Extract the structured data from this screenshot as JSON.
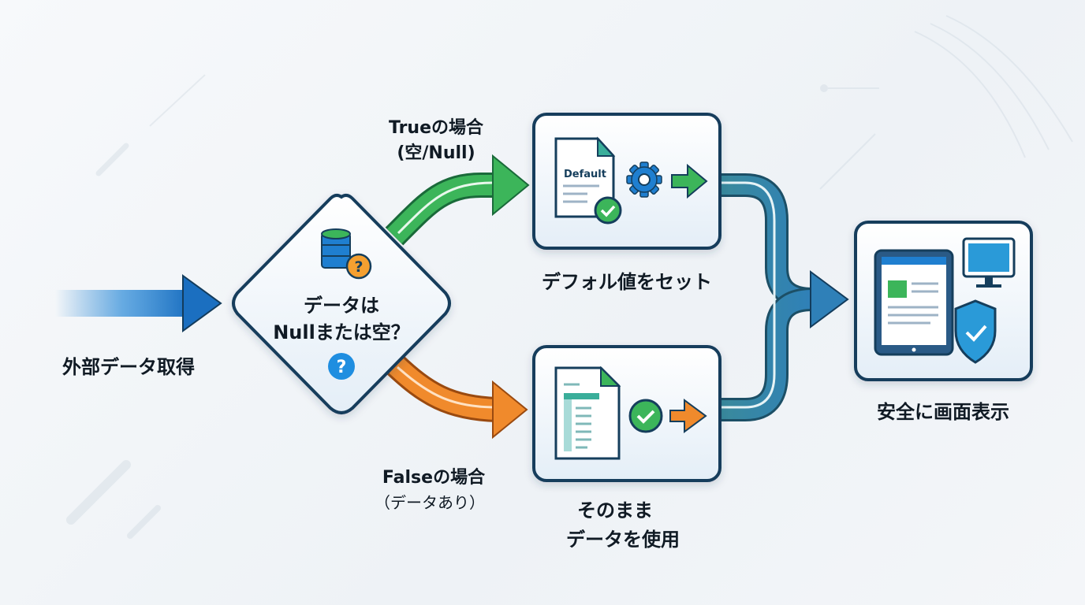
{
  "source": {
    "label": "外部データ取得"
  },
  "decision": {
    "line1": "データは",
    "line2": "Nullまたは空？",
    "icon": "database-question-icon"
  },
  "true_branch": {
    "line1": "Trueの場合",
    "line2": "(空/Null)",
    "color": "#3cb55a"
  },
  "false_branch": {
    "line1": "Falseの場合",
    "line2": "（データあり）",
    "color": "#f08a2c"
  },
  "default_step": {
    "doc_label": "Default",
    "label": "デフォル値をセット",
    "icons": [
      "document-check-icon",
      "gear-icon",
      "arrow-right-icon"
    ]
  },
  "use_step": {
    "line1": "そのまま",
    "line2": "データを使用",
    "icons": [
      "spreadsheet-icon",
      "check-circle-icon",
      "arrow-right-icon"
    ]
  },
  "result": {
    "label": "安全に画面表示",
    "icons": [
      "tablet-icon",
      "monitor-icon",
      "shield-check-icon"
    ]
  },
  "colors": {
    "border": "#153e5c",
    "blue": "#1f7fd0",
    "teal": "#3a8a9c"
  }
}
